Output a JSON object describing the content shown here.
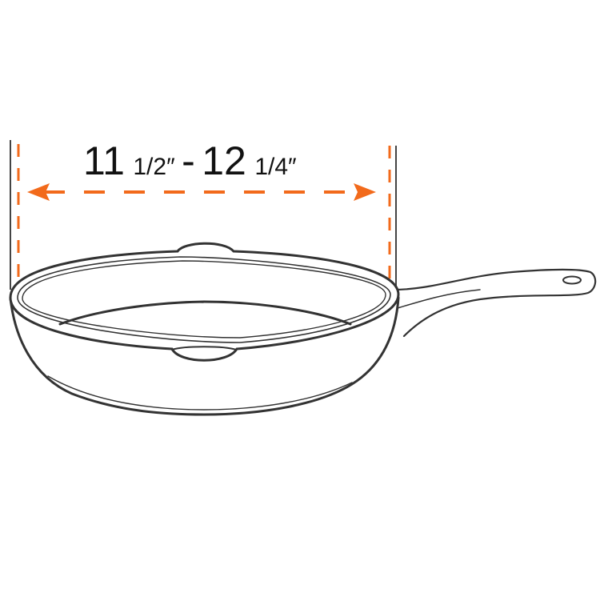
{
  "diagram": {
    "measurement": {
      "min_whole": "11",
      "min_fraction": "1/2″",
      "separator": "-",
      "max_whole": "12",
      "max_fraction": "1/4″"
    },
    "subject": "frying-pan",
    "colors": {
      "dimension_line": "#f26a1b",
      "outline": "#333333"
    }
  }
}
